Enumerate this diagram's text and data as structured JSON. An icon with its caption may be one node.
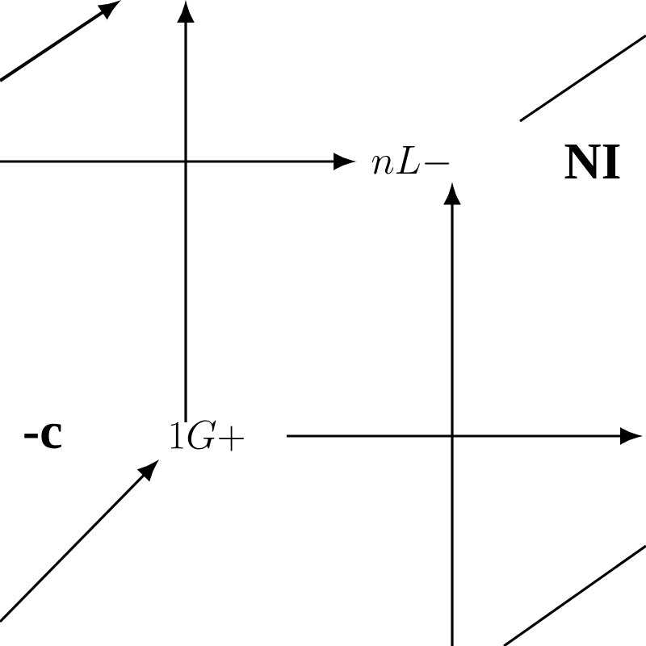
{
  "diagram": {
    "nodes": [
      {
        "text": [
          "nL-"
        ]
      },
      {
        "text": [
          "**NI**"
        ]
      },
      {
        "text": [
          "**-c**"
        ]
      },
      {
        "text": [
          "1G+"
        ]
      }
    ],
    "edges": [
      {
        "from": null,
        "to": 0,
        "arrow": "to"
      },
      {
        "from": null,
        "to": 0,
        "arrow": "to"
      },
      {
        "from": 3,
        "to": null,
        "arrow": "to"
      },
      {
        "from": 3,
        "to": null,
        "arrow": "to"
      },
      {
        "from": null,
        "to": 3,
        "arrow": "to"
      }
    ]
  }
}
